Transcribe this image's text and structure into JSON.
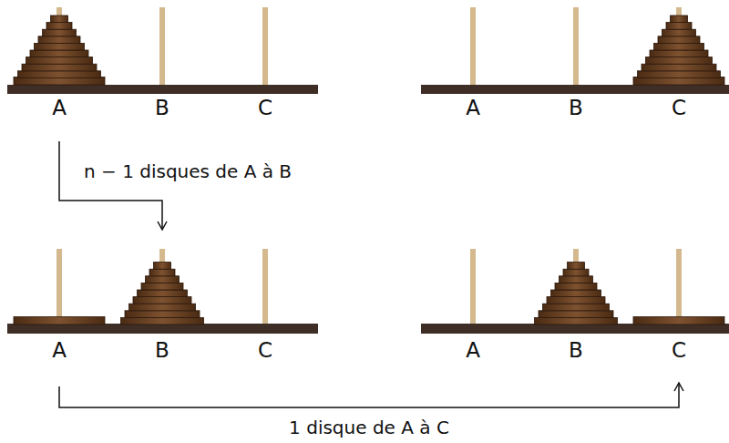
{
  "diagram": {
    "labels": [
      "A",
      "B",
      "C",
      "A",
      "B",
      "C",
      "n − 1 disques de A à B",
      "A",
      "B",
      "C",
      "A",
      "B",
      "C",
      "1 disque de A à C"
    ]
  }
}
